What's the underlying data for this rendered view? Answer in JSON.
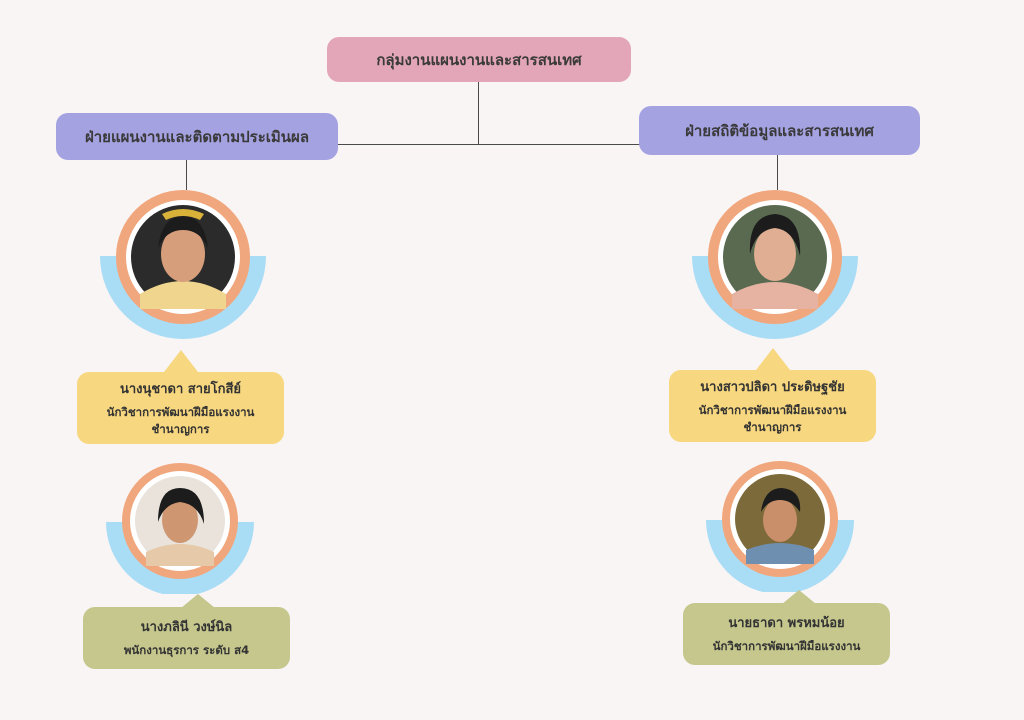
{
  "chart": {
    "top": "กลุ่มงานแผนงานและสารสนเทศ",
    "left_dept": "ฝ่ายแผนงานและติดตามประเมินผล",
    "right_dept": "ฝ่ายสถิติข้อมูลและสารสนเทศ"
  },
  "people": {
    "left1": {
      "name": "นางนุชาดา สายโกสีย์",
      "position_line1": "นักวิชาการพัฒนาฝีมือแรงงาน",
      "position_line2": "ชำนาญการ"
    },
    "left2": {
      "name": "นางภลินี วงษ์นิล",
      "position_line1": "พนักงานธุรการ ระดับ ส4"
    },
    "right1": {
      "name": "นางสาวปลิดา ประดิษฐชัย",
      "position_line1": "นักวิชาการพัฒนาฝีมือแรงงาน",
      "position_line2": "ชำนาญการ"
    },
    "right2": {
      "name": "นายธาดา พรหมน้อย",
      "position_line1": "นักวิชาการพัฒนาฝีมือแรงงาน"
    }
  },
  "colors": {
    "background": "#f9f5f5",
    "top_box": "#e3a6b8",
    "dept_box": "#a5a2e2",
    "ring_orange": "#f1a77e",
    "arc_blue": "#a9dcf5",
    "card_yellow": "#f7d77f",
    "card_olive": "#c5c78d"
  }
}
